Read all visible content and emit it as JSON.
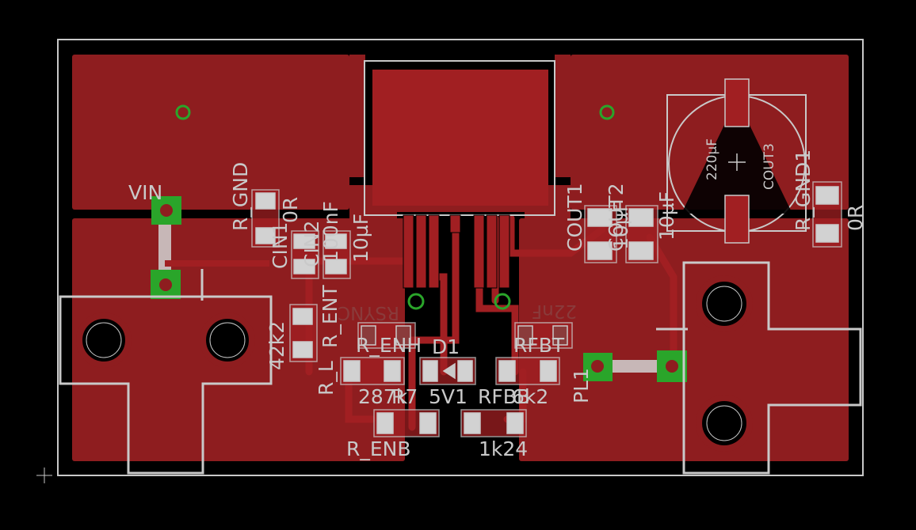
{
  "colors": {
    "background": "#000000",
    "copper": "#8e1d1f",
    "copper_trace": "#a11f22",
    "silkscreen": "#c9c9c9",
    "pad": "#d2d2d2",
    "via_ring": "#2aa52a",
    "outline": "#c8c8c8",
    "bottom_silk": "#8a3b3b"
  },
  "labels": {
    "vin": "VIN",
    "r_gnd": "R_GND",
    "r_gnd_value": "0R",
    "cin1": "CIN1",
    "cin2": "CIN2",
    "cin2_value": "100nF",
    "cin_value": "10µF",
    "cout1": "COUT1",
    "cout2": "COUT2",
    "cout_value": "10µF",
    "cout2_value": "10µF",
    "cout3": "COUT3",
    "cout3_value": "220µF",
    "r_gnd1": "R_GND1",
    "r_gnd1_value": "0R",
    "r_ent": "R_ENT",
    "r_ent_value": "42k2",
    "r_enh": "R_ENH",
    "r_enh_value": "287k",
    "rsync_mirrored": "RSYNC",
    "r7": "R7",
    "d1": "D1",
    "d1_value": "5V1",
    "rfbt": "RFBT",
    "rfbt_value": "6k2",
    "rfbb": "RFBB",
    "rfbb_value": "1k24",
    "cff_mirrored": "22nF",
    "r_enb": "R_ENB",
    "pl1": "PL1",
    "r_l": "R_L"
  }
}
